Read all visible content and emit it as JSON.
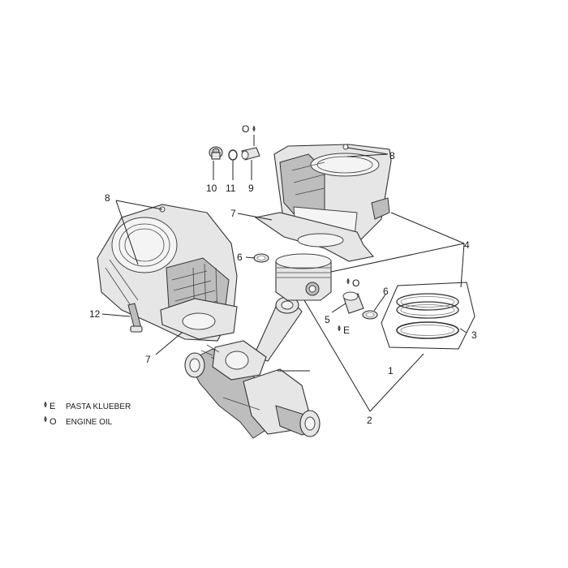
{
  "callouts": {
    "c1": "1",
    "c2": "2",
    "c3": "3",
    "c4": "4",
    "c5": "5",
    "c6_left": "6",
    "c6_right": "6",
    "c7_top": "7",
    "c7_bottom": "7",
    "c8_right": "8",
    "c8_left": "8",
    "c9": "9",
    "c10": "10",
    "c11": "11",
    "c12": "12"
  },
  "markers": {
    "oil_top": "O",
    "oil_piston": "O",
    "paste_pin": "E"
  },
  "legend": {
    "paste_key": "E",
    "paste_label": "PASTA KLUEBER",
    "oil_key": "O",
    "oil_label": "ENGINE OIL"
  }
}
